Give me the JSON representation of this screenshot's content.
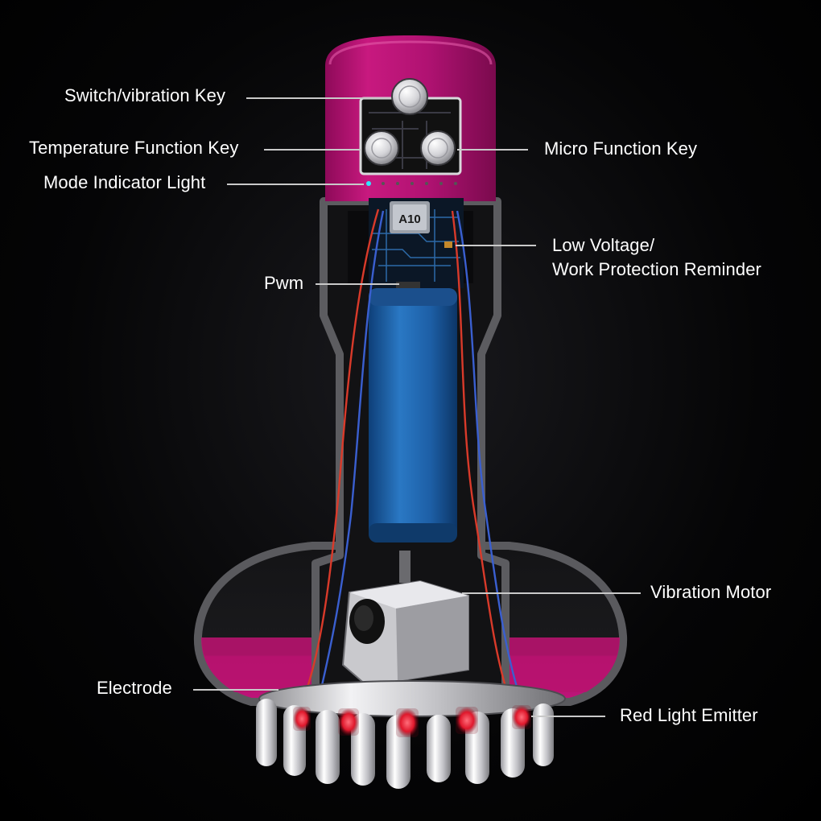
{
  "callouts": {
    "switch_vibration_key": "Switch/vibration Key",
    "temperature_function_key": "Temperature Function Key",
    "micro_function_key": "Micro Function Key",
    "mode_indicator_light": "Mode Indicator Light",
    "low_voltage_line1": "Low Voltage/",
    "low_voltage_line2": "Work Protection Reminder",
    "pwm": "Pwm",
    "vibration_motor": "Vibration Motor",
    "electrode": "Electrode",
    "red_light_emitter": "Red Light Emitter"
  },
  "chip_label": "A10",
  "colors": {
    "background": "#000000",
    "cap_magenta": "#c0157a",
    "battery_blue": "#1c5fa8",
    "wire_red": "#d93a2a",
    "wire_blue": "#3a5fd0",
    "red_led": "#ff2d3c",
    "indicator_cyan": "#2ee8ff",
    "leader_line": "#c9c9c9"
  }
}
